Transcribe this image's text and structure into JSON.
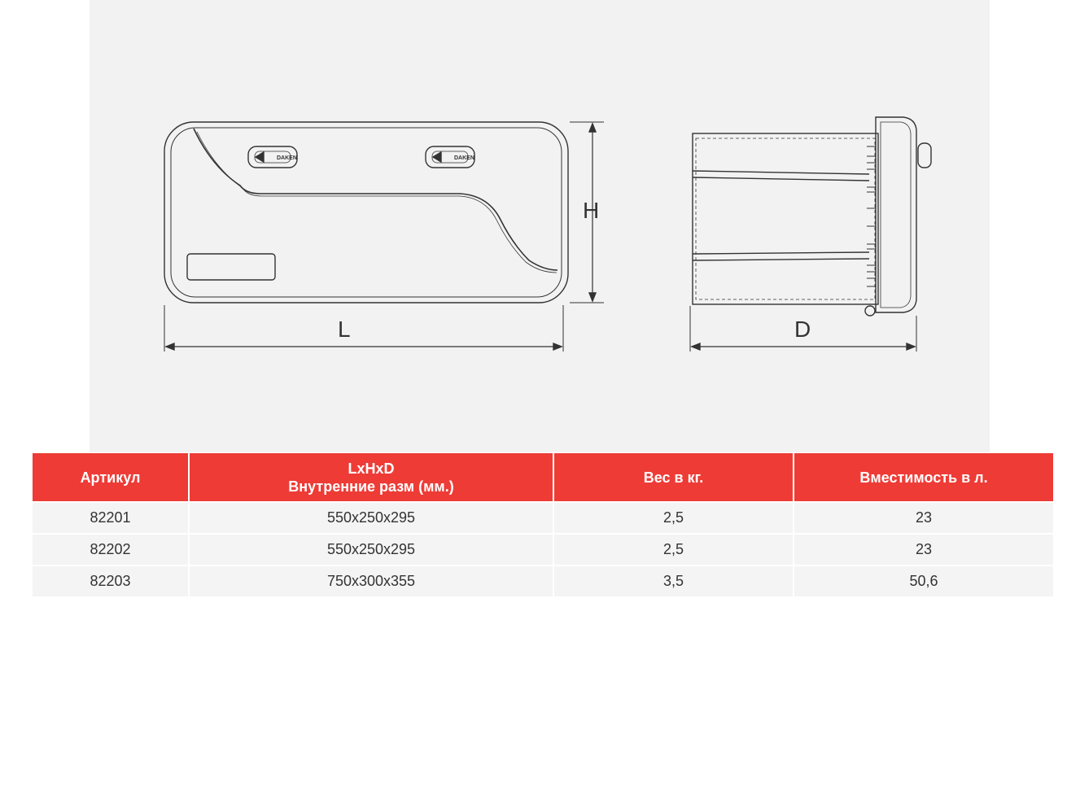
{
  "drawing": {
    "brand_logo": "DAKEN",
    "dimension_labels": {
      "length": "L",
      "height": "H",
      "depth": "D"
    }
  },
  "table": {
    "headers": [
      [
        "Артикул"
      ],
      [
        "LxHxD",
        "Внутренние разм (мм.)"
      ],
      [
        "Вес в кг."
      ],
      [
        "Вместимость в л."
      ]
    ],
    "rows": [
      [
        "82201",
        "550x250x295",
        "2,5",
        "23"
      ],
      [
        "82202",
        "550x250x295",
        "2,5",
        "23"
      ],
      [
        "82203",
        "750x300x355",
        "3,5",
        "50,6"
      ]
    ]
  },
  "colors": {
    "header_background": "#ee3b36",
    "header_text": "#ffffff",
    "row_background": "#f4f4f4",
    "drawing_background": "#f2f2f2"
  }
}
